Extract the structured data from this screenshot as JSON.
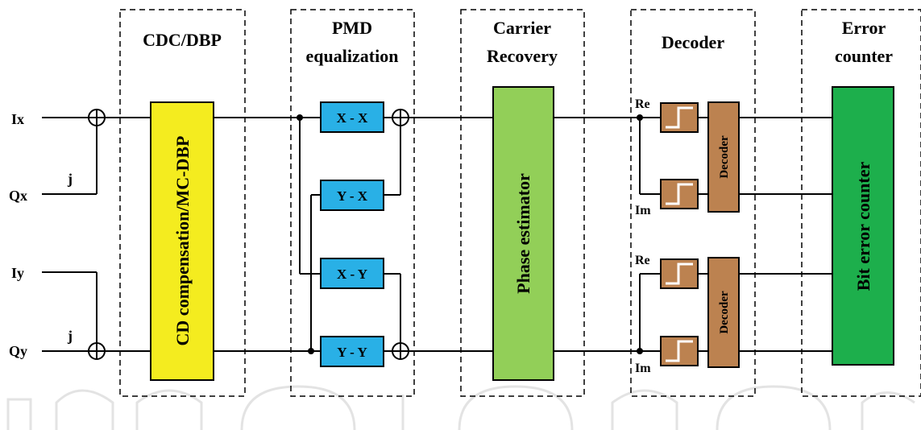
{
  "stages": {
    "cdc": "CDC/DBP",
    "pmd_line1": "PMD",
    "pmd_line2": "equalization",
    "carrier_line1": "Carrier",
    "carrier_line2": "Recovery",
    "decoder": "Decoder",
    "error_line1": "Error",
    "error_line2": "counter"
  },
  "inputs": {
    "ix": "Ix",
    "qx": "Qx",
    "iy": "Iy",
    "qy": "Qy"
  },
  "imag_unit": "j",
  "blocks": {
    "cd": "CD compensation/MC-DBP",
    "xx": "X - X",
    "yx": "Y - X",
    "xy": "X - Y",
    "yy": "Y - Y",
    "phase": "Phase estimator",
    "dec_top": "Decoder",
    "dec_bottom": "Decoder",
    "ber": "Bit error counter"
  },
  "decoder_labels": {
    "re_top": "Re",
    "im_top": "Im",
    "re_bottom": "Re",
    "im_bottom": "Im"
  },
  "colors": {
    "cd_block": "#f4ec1f",
    "equalizer_block": "#29b0e6",
    "phase_block": "#92cf58",
    "decoder_block": "#bc8250",
    "ber_block": "#1daf4c"
  }
}
